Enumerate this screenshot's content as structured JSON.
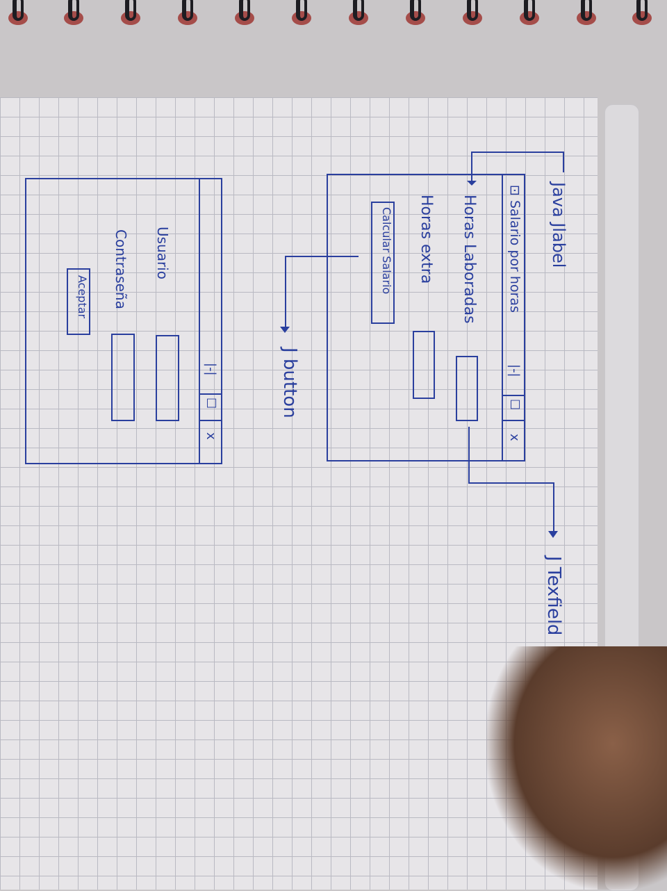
{
  "annotations": {
    "jlabel": "Java Jlabel",
    "jbutton": "J button",
    "jtextfield": "J Texfield"
  },
  "salary_window": {
    "title": "Salario por horas",
    "minimize": "|-|",
    "maximize": "☐",
    "close": "x",
    "field1_label": "Horas Laboradas",
    "field2_label": "Horas extra",
    "button_label": "Calcular Salario"
  },
  "login_window": {
    "minimize": "|-|",
    "maximize": "☐",
    "close": "x",
    "user_label": "Usuario",
    "password_label": "Contraseña",
    "button_label": "Aceptar"
  },
  "colors": {
    "ink": "#2a3f9e",
    "paper": "#e7e5e8",
    "grid": "#b9b9c2"
  }
}
